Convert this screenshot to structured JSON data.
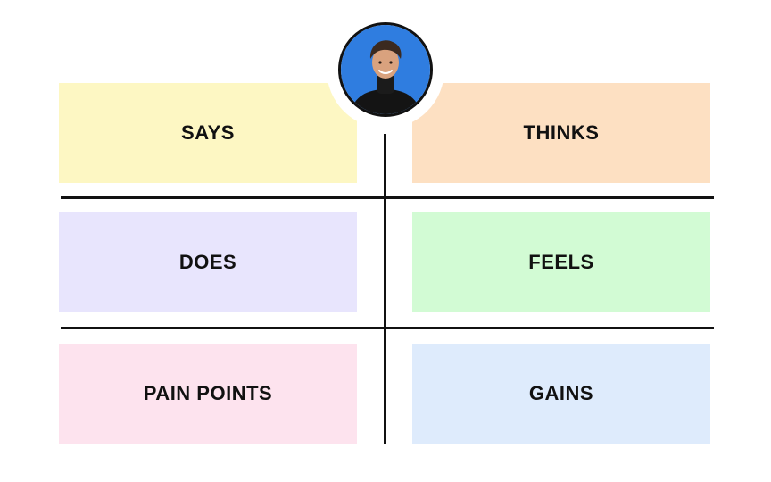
{
  "quadrants": {
    "says": {
      "label": "SAYS",
      "color": "#fdf7c3"
    },
    "thinks": {
      "label": "THINKS",
      "color": "#fde0c2"
    },
    "does": {
      "label": "DOES",
      "color": "#e8e5fd"
    },
    "feels": {
      "label": "FEELS",
      "color": "#d2fbd4"
    },
    "pain_points": {
      "label": "PAIN POINTS",
      "color": "#fde3ee"
    },
    "gains": {
      "label": "GAINS",
      "color": "#deebfc"
    }
  },
  "avatar": {
    "icon": "user-avatar-icon",
    "background": "#2f7de0"
  }
}
